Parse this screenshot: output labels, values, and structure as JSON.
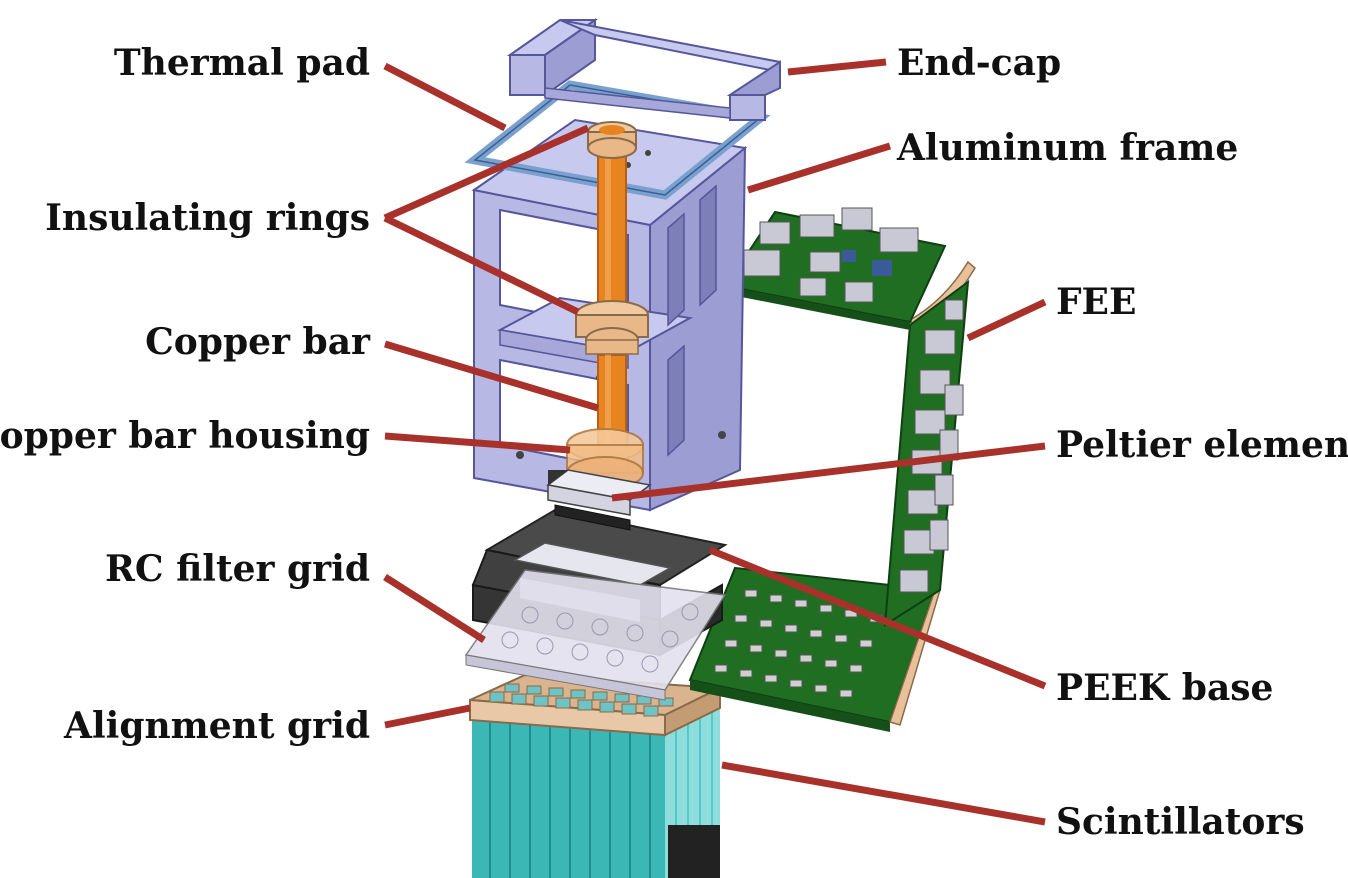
{
  "diagram": {
    "labels": {
      "thermal_pad": "Thermal pad",
      "end_cap": "End-cap",
      "aluminum_frame": "Aluminum frame",
      "insulating_rings": "Insulating rings",
      "fee": "FEE",
      "copper_bar": "Copper bar",
      "copper_bar_housing": "Copper bar housing",
      "peltier_element": "Peltier element",
      "rc_filter_grid": "RC filter grid",
      "peek_base": "PEEK base",
      "alignment_grid": "Alignment grid",
      "scintillators": "Scintillators"
    },
    "colors": {
      "leader": "#a8322b",
      "frame": "#b7b8e3",
      "frame_dark": "#8d8fc4",
      "copper": "#e88420",
      "copper_dark": "#b85f12",
      "insulator": "#f0c9a0",
      "pcb": "#1f6e22",
      "pcb_light": "#3a8f36",
      "peek": "#3a3a3a",
      "scintillator": "#4fc9c8",
      "scint_dark": "#1f8f92",
      "align_grid": "#d9b48f",
      "thermal_pad": "#8fb0d8",
      "flex": "#e8c19a"
    }
  }
}
